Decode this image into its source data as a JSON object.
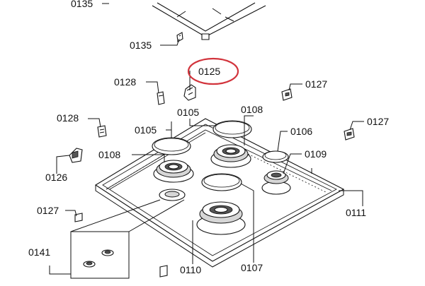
{
  "title": "",
  "highlight_color": "#d2343c",
  "labels": {
    "l0135_top": "0135",
    "l0135": "0135",
    "l0125": "0125",
    "l0128_a": "0128",
    "l0127_a": "0127",
    "l0105_a": "0105",
    "l0108_a": "0108",
    "l0128_b": "0128",
    "l0105_b": "0105",
    "l0106": "0106",
    "l0127_b": "0127",
    "l0108_b": "0108",
    "l0109": "0109",
    "l0126": "0126",
    "l0111": "0111",
    "l0127_c": "0127",
    "l0141": "0141",
    "l0110": "0110",
    "l0107": "0107"
  }
}
